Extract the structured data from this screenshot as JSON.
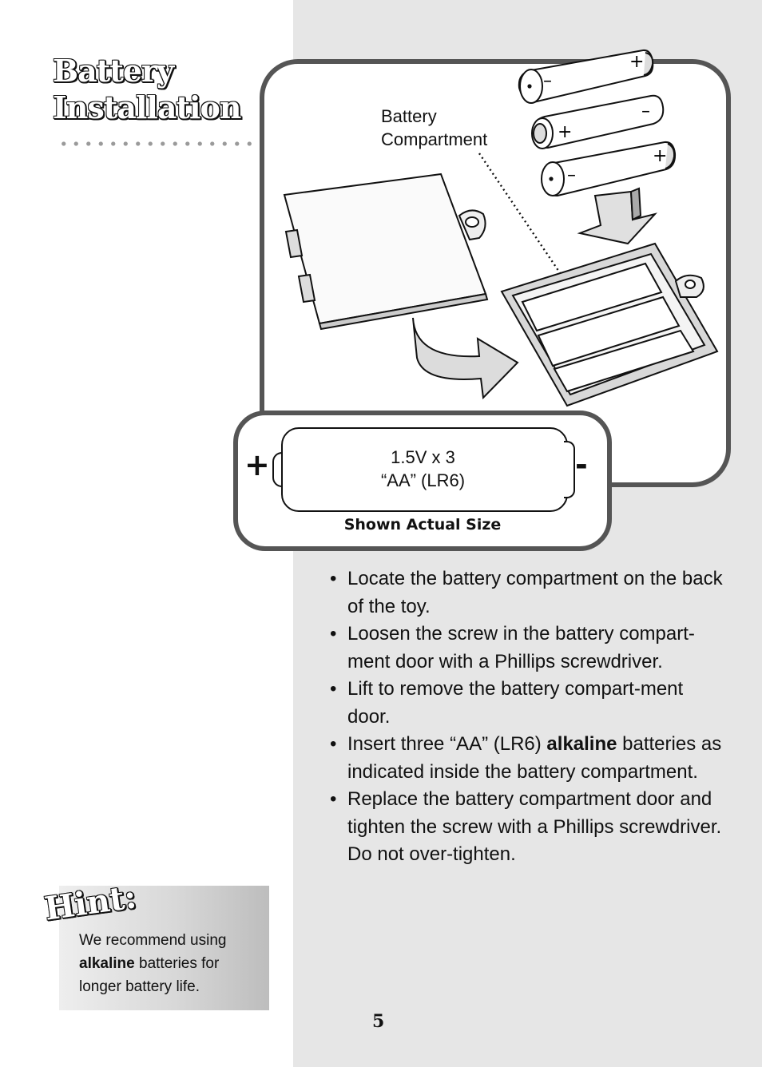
{
  "header": {
    "title_line1": "Battery",
    "title_line2": "Installation"
  },
  "diagram": {
    "label_line1": "Battery",
    "label_line2": "Compartment",
    "battery_plus": "+",
    "battery_minus": "–"
  },
  "battery_size": {
    "plus": "+",
    "minus": "-",
    "line1": "1.5V x 3",
    "line2": "“AA” (LR6)",
    "caption": "Shown Actual Size"
  },
  "steps": [
    {
      "text": "Locate the battery compartment on the back of the toy."
    },
    {
      "text": "Loosen the screw in the battery compart-ment door with a Phillips screwdriver."
    },
    {
      "text": "Lift to remove the battery compart-ment door."
    },
    {
      "pre": "Insert three “AA” (LR6) ",
      "bold": "alkaline",
      "post": " batteries as indicated inside the battery compartment."
    },
    {
      "text": "Replace the battery compartment door and tighten the screw with a Phillips screwdriver. Do not over-tighten."
    }
  ],
  "hint": {
    "title": "Hint:",
    "pre": "We recommend using ",
    "bold": "alkaline",
    "post": " batteries for longer battery life."
  },
  "footer": {
    "page_number": "5"
  },
  "colors": {
    "panel_gray": "#e6e6e6",
    "box_border": "#555555",
    "text": "#111111"
  }
}
